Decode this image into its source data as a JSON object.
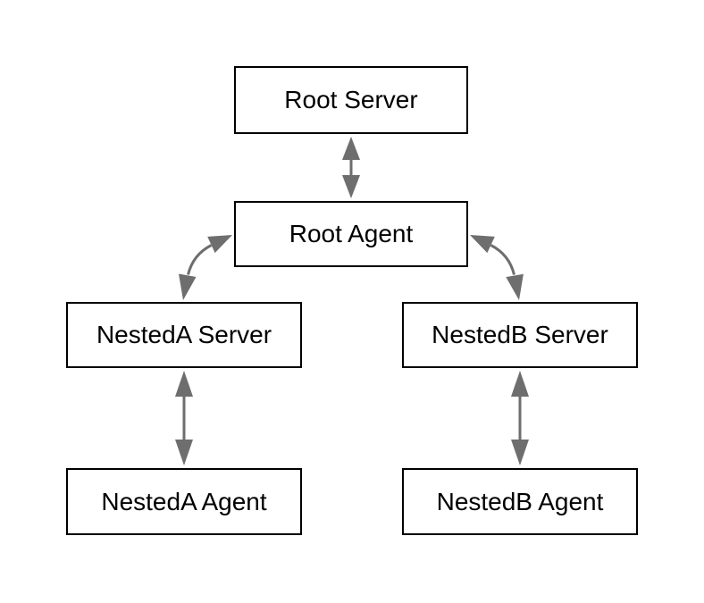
{
  "diagram": {
    "background_color": "#ffffff",
    "box_fill_color": "#ffffff",
    "box_border_color": "#000000",
    "text_color": "#000000",
    "arrow_color": "#6e6e6e",
    "nodes": {
      "root_server": {
        "label": "Root Server"
      },
      "root_agent": {
        "label": "Root Agent"
      },
      "nesteda_server": {
        "label": "NestedA Server"
      },
      "nestedb_server": {
        "label": "NestedB Server"
      },
      "nesteda_agent": {
        "label": "NestedA Agent"
      },
      "nestedb_agent": {
        "label": "NestedB Agent"
      }
    },
    "edges": [
      {
        "from": "Root Server",
        "to": "Root Agent",
        "style": "bidirectional-straight"
      },
      {
        "from": "Root Agent",
        "to": "NestedA Server",
        "style": "bidirectional-curved"
      },
      {
        "from": "Root Agent",
        "to": "NestedB Server",
        "style": "bidirectional-curved"
      },
      {
        "from": "NestedA Server",
        "to": "NestedA Agent",
        "style": "bidirectional-straight"
      },
      {
        "from": "NestedB Server",
        "to": "NestedB Agent",
        "style": "bidirectional-straight"
      }
    ]
  }
}
